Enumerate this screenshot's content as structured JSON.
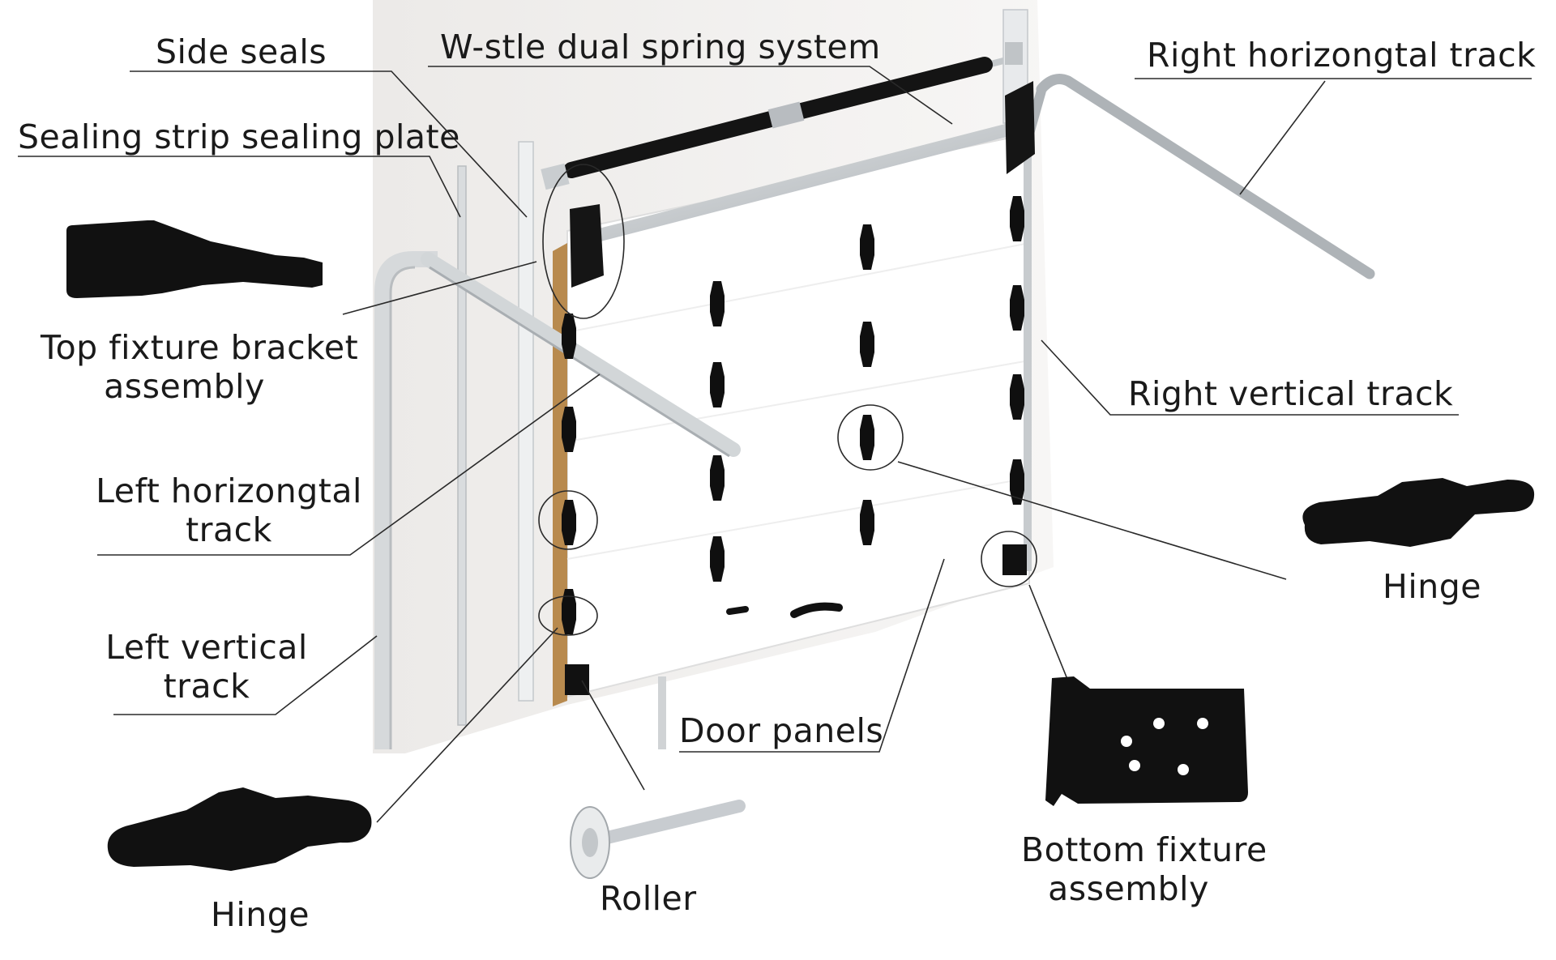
{
  "labels": {
    "side_seals": "Side seals",
    "spring_system": "W-stle dual spring system",
    "right_horizontal_track": "Right horizongtal track",
    "sealing_strip": "Sealing strip sealing plate",
    "top_fixture_l1": "Top fixture bracket",
    "top_fixture_l2": "assembly",
    "right_vertical_track": "Right vertical track",
    "left_horizontal_l1": "Left horizongtal",
    "left_horizontal_l2": "track",
    "hinge_right": "Hinge",
    "left_vertical_l1": "Left vertical",
    "left_vertical_l2": "track",
    "door_panels": "Door panels",
    "bottom_fixture_l1": "Bottom fixture",
    "bottom_fixture_l2": "assembly",
    "roller": "Roller",
    "hinge_left": "Hinge"
  },
  "colors": {
    "line": "#2a2a2a",
    "part": "#111111",
    "track": "#cfd3d6",
    "wall": "#f3f1ef",
    "wood": "#b88a4e"
  }
}
